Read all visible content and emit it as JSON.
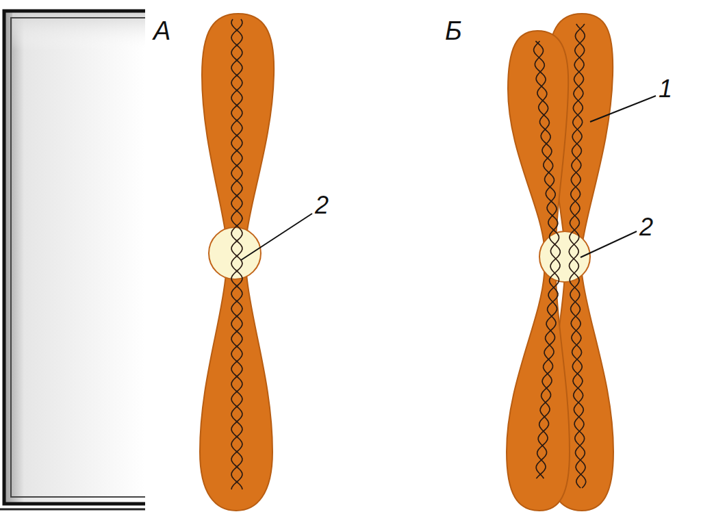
{
  "diagram": {
    "labels": [
      "А",
      "Б",
      "1",
      "2",
      "2"
    ]
  }
}
